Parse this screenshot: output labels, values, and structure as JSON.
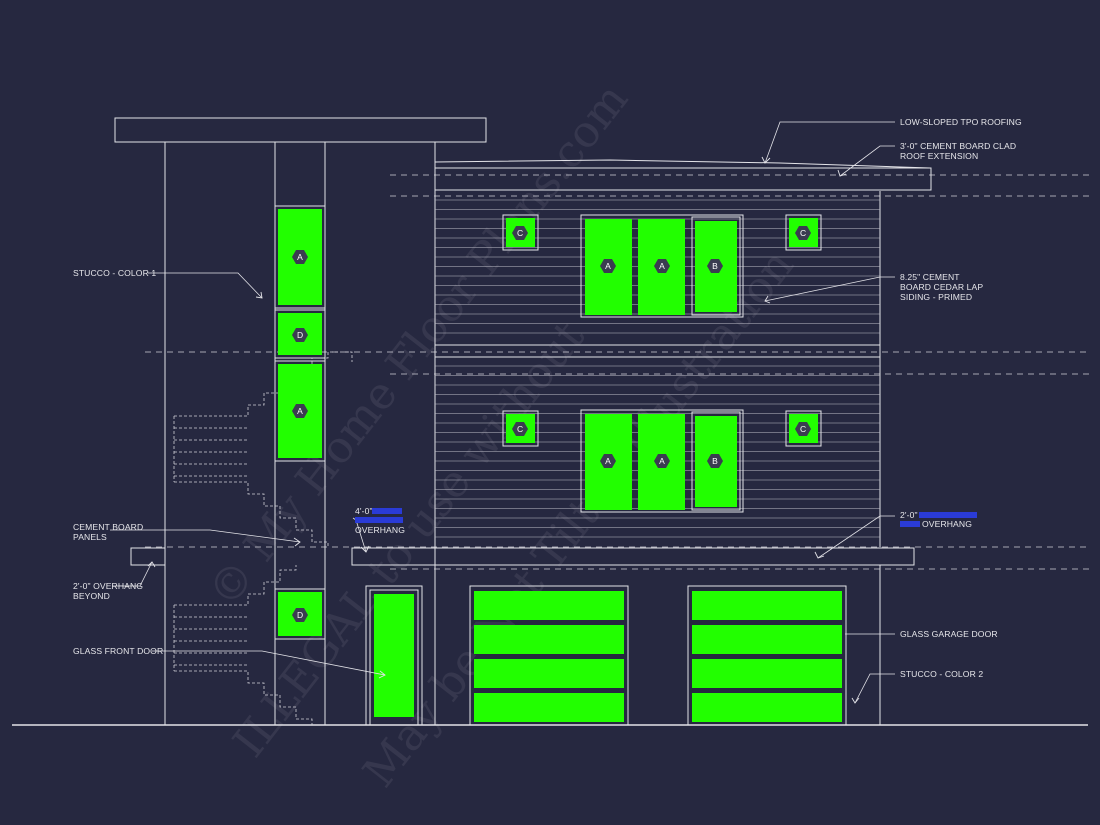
{
  "colors": {
    "background": "#262840",
    "line": "#e3e3e8",
    "glass": "#22ff00",
    "hex_tag": "#3a3c50"
  },
  "labels": {
    "low_sloped_roof": "LOW-SLOPED TPO ROOFING",
    "roof_ext_line1": "3'-0\" CEMENT BOARD CLAD",
    "roof_ext_line2": "ROOF EXTENSION",
    "stucco_1": "STUCCO - COLOR 1",
    "siding_line1": "8.25\" CEMENT",
    "siding_line2": "BOARD CEDAR LAP",
    "siding_line3": "SIDING - PRIMED",
    "cement_board_line1": "CEMENT BOARD",
    "cement_board_line2": "PANELS",
    "overhang_left_line1": "4'-0\"",
    "overhang_left_line3": "OVERHANG",
    "overhang_right_line1": "2'-0\"",
    "overhang_right_line2": "OVERHANG",
    "overhang_beyond_line1": "2'-0\" OVERHANG",
    "overhang_beyond_line2": "BEYOND",
    "glass_front_door": "GLASS FRONT DOOR",
    "glass_garage_door": "GLASS GARAGE DOOR",
    "stucco_2": "STUCCO - COLOR 2"
  },
  "window_tags": {
    "a": "A",
    "b": "B",
    "c": "C",
    "d": "D"
  },
  "watermark": {
    "line1": "© My Home Floor Plans.com",
    "line2": "ILLEGAL to use without",
    "line3": "May be Not Tilted Illustration"
  }
}
